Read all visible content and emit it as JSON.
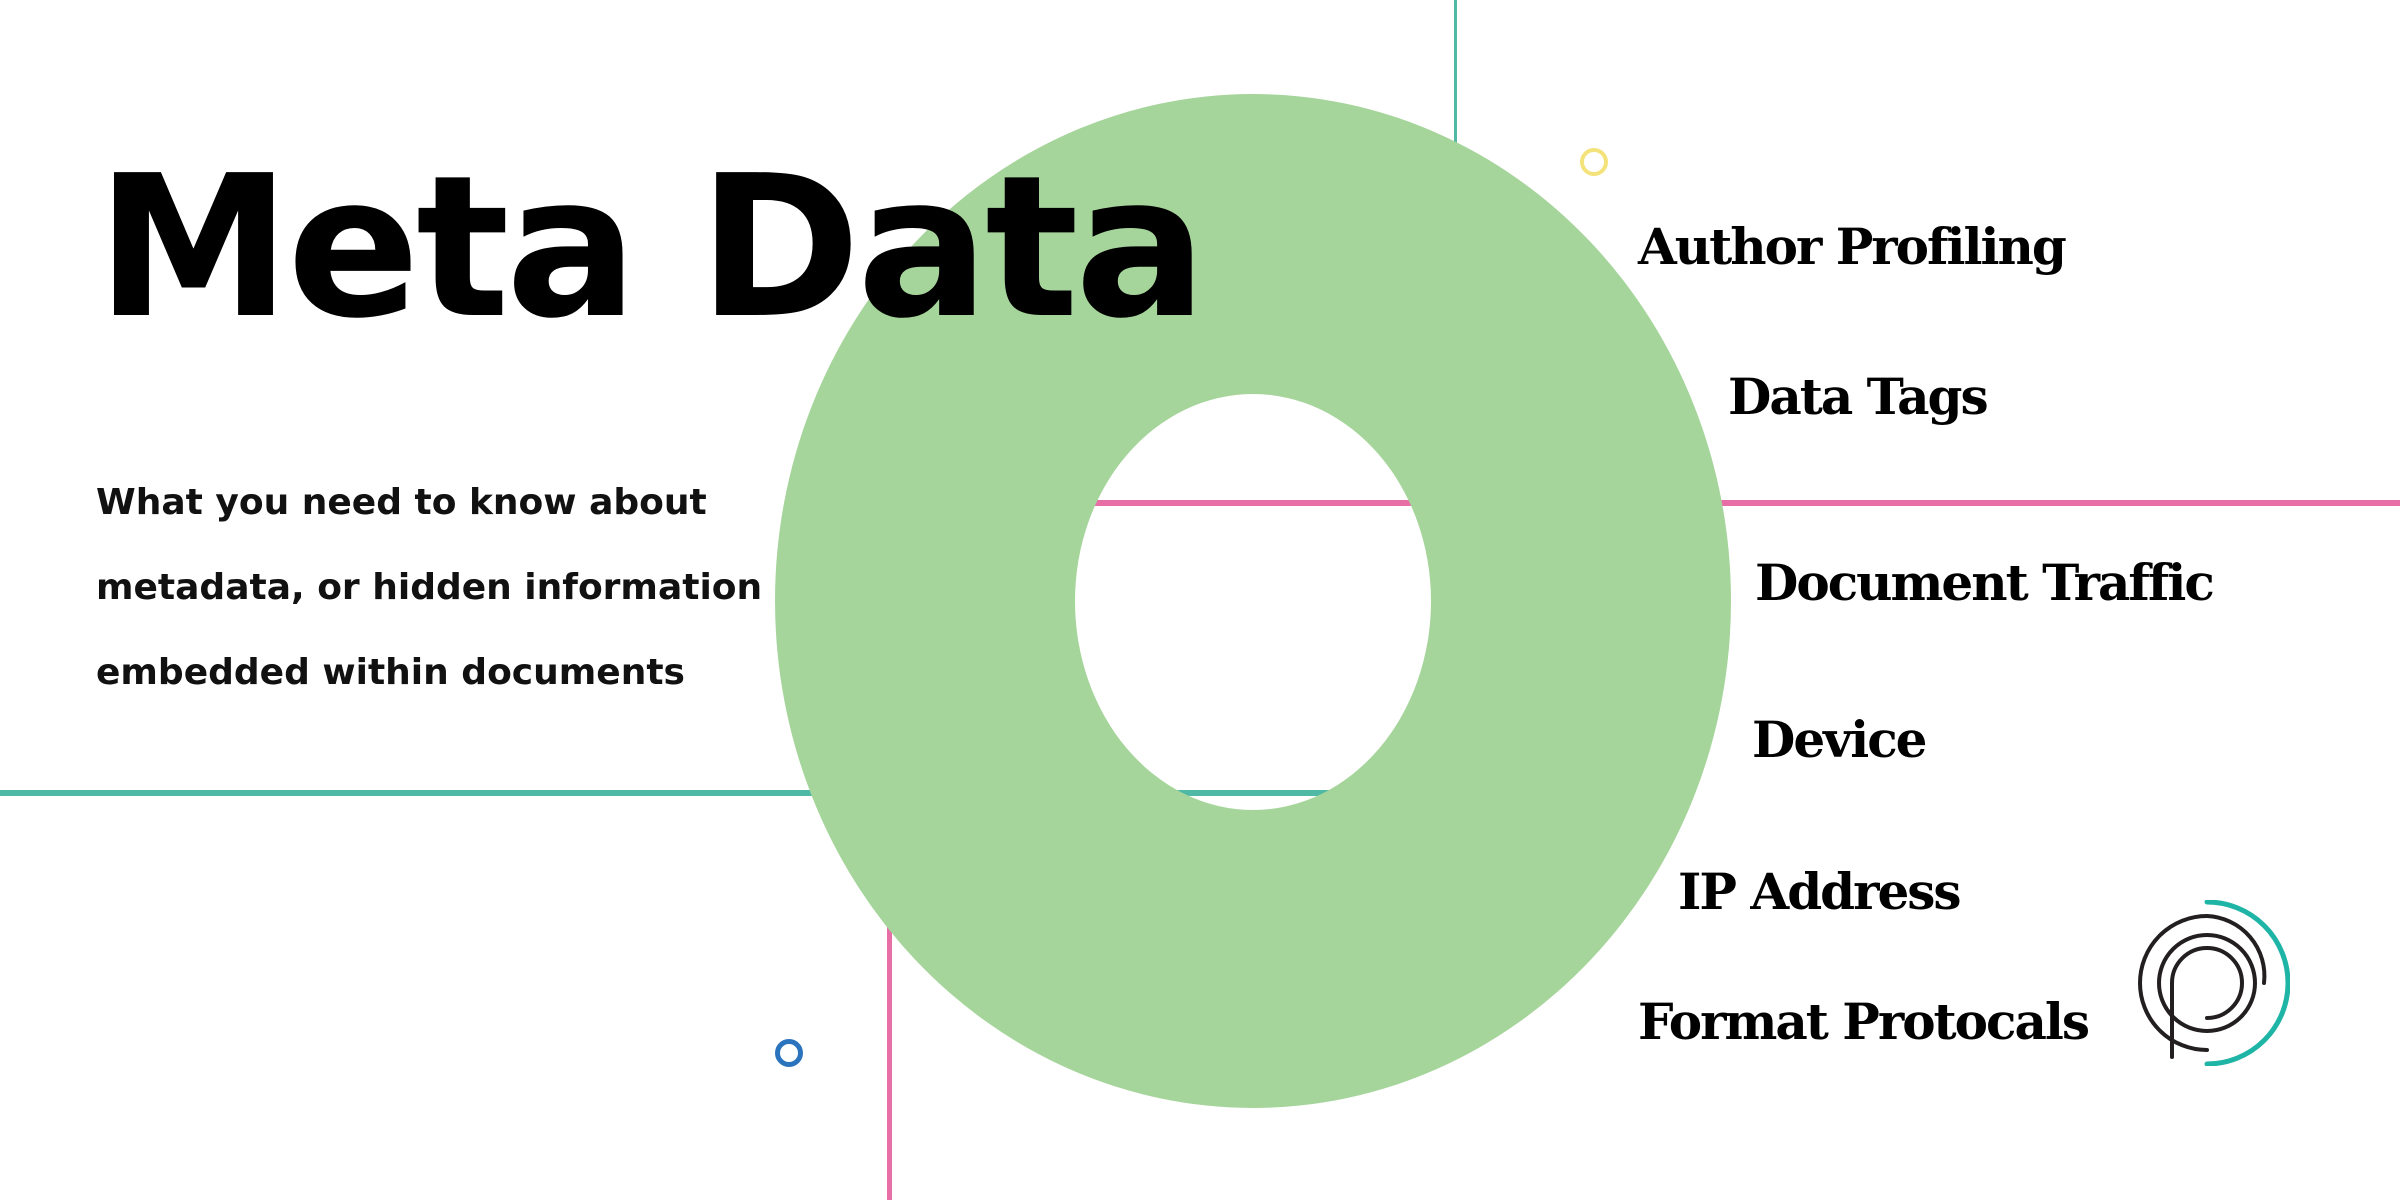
{
  "title": "Meta Data",
  "subtitle": "What you need to know about metadata, or hidden information embedded within documents",
  "topics": [
    {
      "label": "Author Profiling"
    },
    {
      "label": "Data Tags"
    },
    {
      "label": "Document Traffic"
    },
    {
      "label": "Device"
    },
    {
      "label": "IP Address"
    },
    {
      "label": "Format Protocals"
    }
  ],
  "colors": {
    "donut": "#a6d59b",
    "teal_line": "#4fb9a6",
    "pink_line": "#e86ea6",
    "yellow_dot": "#f4e37a",
    "blue_dot": "#2b74bd",
    "logo_dark": "#231f20",
    "logo_accent": "#1fb5a6"
  },
  "icons": {
    "logo": "concentric-arcs-logo-icon"
  }
}
